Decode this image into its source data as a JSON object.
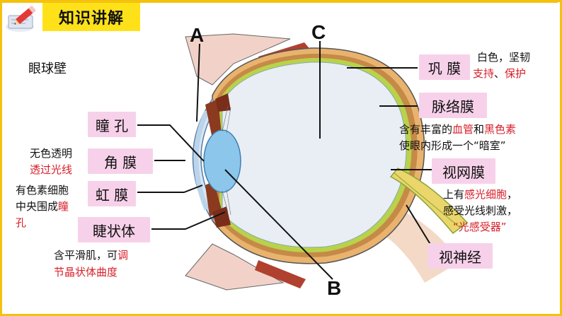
{
  "header": {
    "title": "知识讲解",
    "icon": "pencil-icon"
  },
  "letters": {
    "a": "A",
    "b": "B",
    "c": "C"
  },
  "left_labels": {
    "eye_wall": "眼球壁",
    "pupil": "瞳 孔",
    "cornea": "角 膜",
    "iris": "虹 膜",
    "ciliary": "睫状体"
  },
  "right_labels": {
    "sclera": "巩 膜",
    "choroid": "脉络膜",
    "retina": "视网膜",
    "optic_nerve": "视神经"
  },
  "notes": {
    "cornea_1": "无色透明",
    "cornea_2": "透过光线",
    "iris_1": "有色素细胞",
    "iris_2a": "中央围成",
    "iris_2b": "瞳",
    "iris_3": "孔",
    "ciliary_1a": "含平滑肌，可",
    "ciliary_1b": "调",
    "ciliary_2": "节晶状体曲度",
    "sclera_1": "白色，坚韧",
    "sclera_2a": "支持",
    "sclera_2b": "、",
    "sclera_2c": "保护",
    "choroid_1a": "含有丰富的",
    "choroid_1b": "血管",
    "choroid_1c": "和",
    "choroid_1d": "黑色素",
    "choroid_2": "使眼内形成一个“暗室”",
    "retina_1a": "上有",
    "retina_1b": "感光细胞",
    "retina_1c": "，",
    "retina_2": "感受光线刺激，",
    "retina_3": "“光感受器”"
  },
  "colors": {
    "accent": "#f4c20d",
    "label_bg": "#f7d1ea",
    "highlight": "#d7202a",
    "title_bg": "#ffe11a"
  }
}
